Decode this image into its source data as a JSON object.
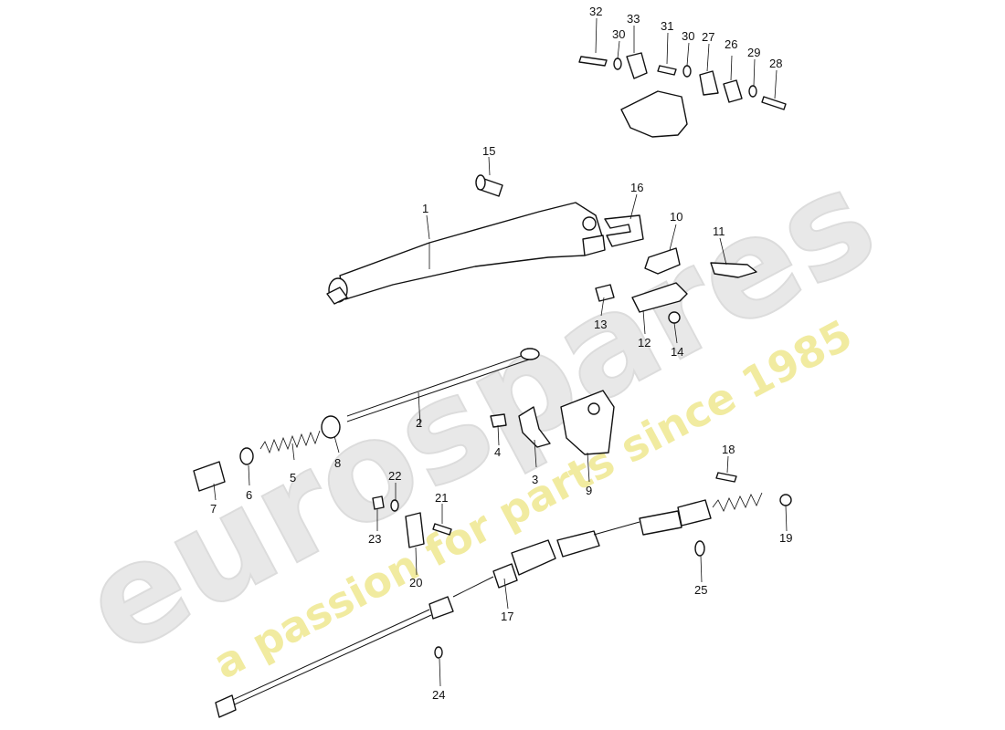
{
  "watermark": {
    "brand": "eurospares",
    "tagline": "a passion for parts since 1985",
    "brand_color": "#e6e6e6",
    "tagline_color": "#efe89a"
  },
  "callouts": [
    "1",
    "2",
    "3",
    "4",
    "5",
    "6",
    "7",
    "8",
    "9",
    "10",
    "11",
    "12",
    "13",
    "14",
    "15",
    "16",
    "17",
    "18",
    "19",
    "20",
    "21",
    "22",
    "23",
    "24",
    "25",
    "26",
    "27",
    "28",
    "29",
    "30",
    "30",
    "31",
    "32",
    "33"
  ]
}
